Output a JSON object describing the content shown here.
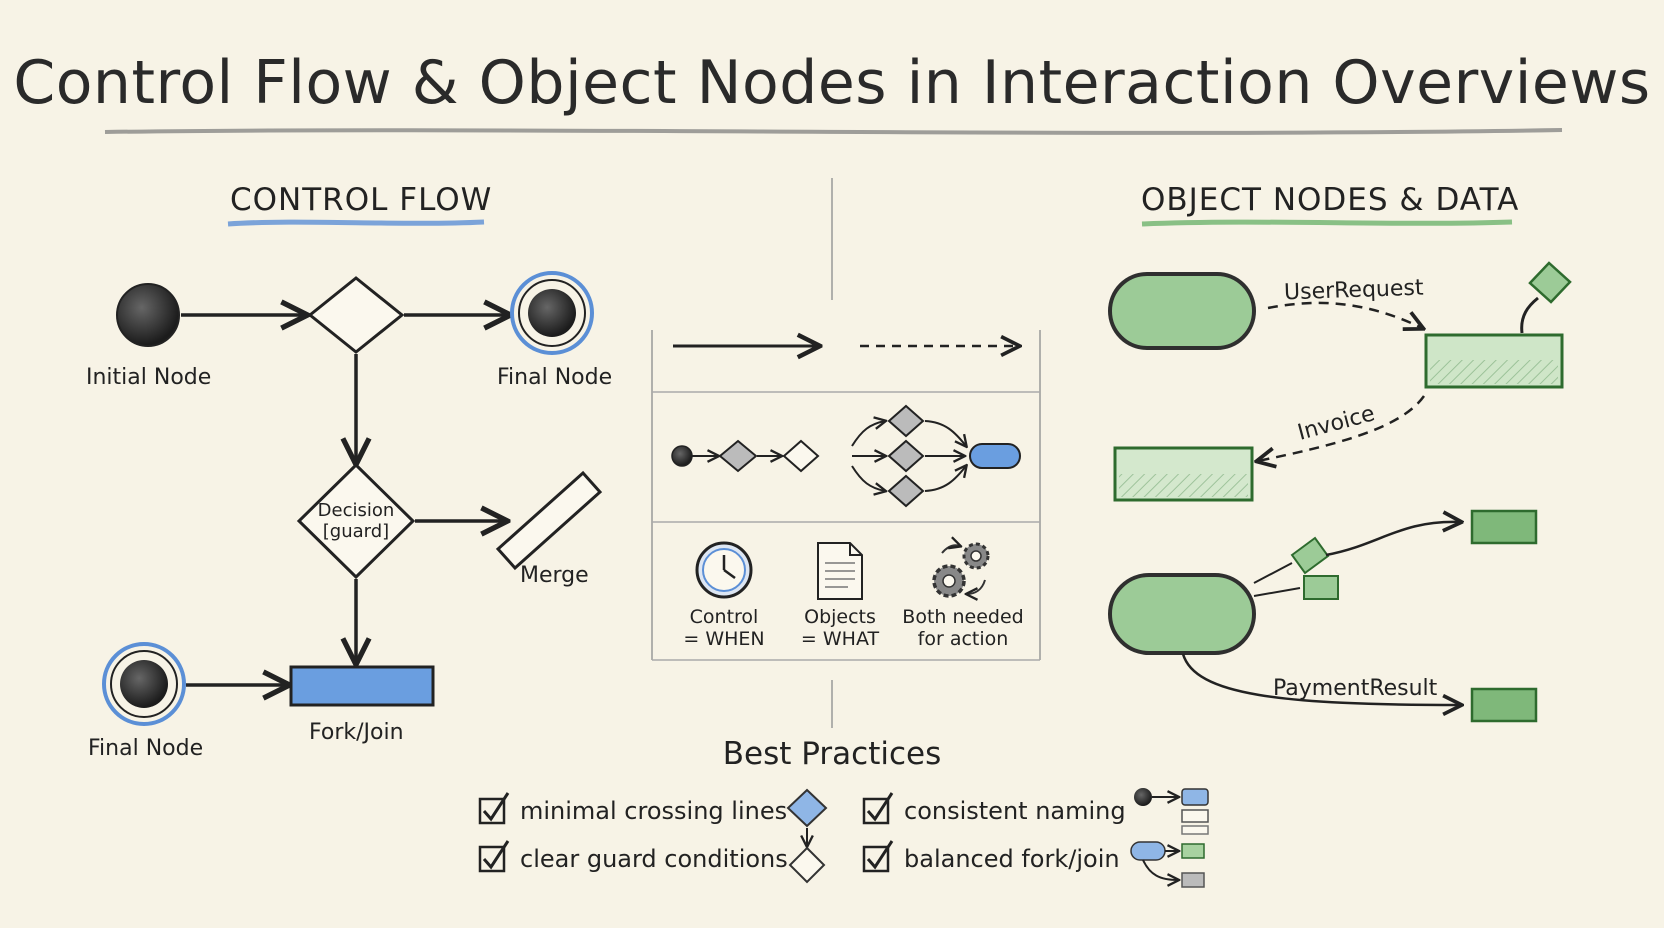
{
  "title": "Control Flow & Object Nodes in Interaction Overviews",
  "control_flow": {
    "heading": "CONTROL FLOW",
    "initial_node": "Initial Node",
    "final_node_top": "Final Node",
    "decision": [
      "Decision",
      "[guard]"
    ],
    "merge": "Merge",
    "final_node_bottom": "Final Node",
    "fork_join": "Fork/Join"
  },
  "legend": {
    "control_label": [
      "Control",
      "= WHEN"
    ],
    "objects_label": [
      "Objects",
      "= WHAT"
    ],
    "both_label": [
      "Both needed",
      "for action"
    ]
  },
  "object_nodes": {
    "heading": "OBJECT NODES & DATA",
    "user_request": "UserRequest",
    "invoice": "Invoice",
    "payment_result": "PaymentResult"
  },
  "best_practices": {
    "title": "Best Practices",
    "items": [
      "minimal crossing lines",
      "clear guard conditions",
      "consistent naming",
      "balanced fork/join"
    ]
  },
  "colors": {
    "background": "#f7f3e6",
    "ink": "#222222",
    "control_blue": "#5b8fd6",
    "object_green": "#6db36d"
  }
}
